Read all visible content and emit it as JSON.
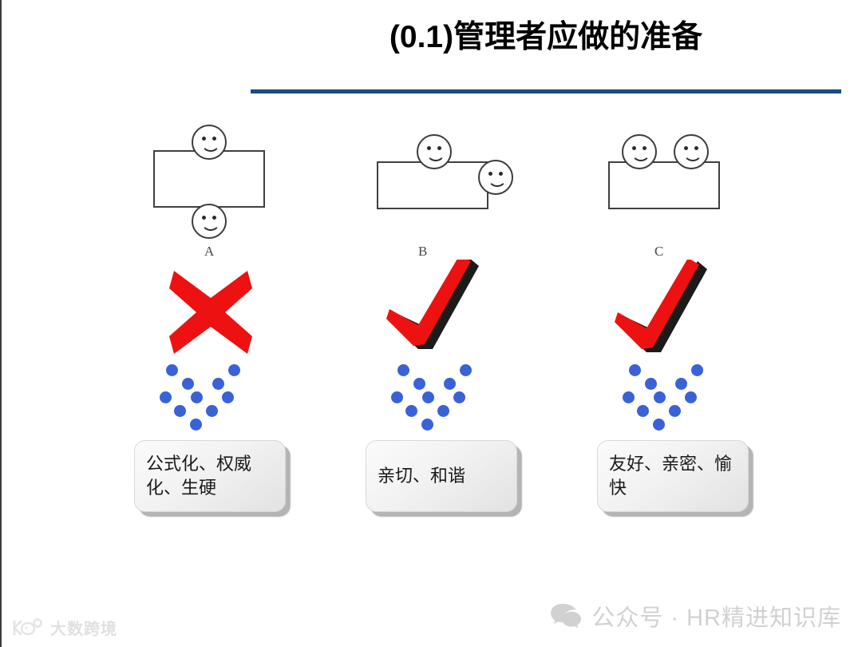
{
  "slide": {
    "title": "(0.1)管理者应做的准备",
    "rule_color": "#1f4e8c",
    "background": "#ffffff"
  },
  "groups": [
    {
      "id": "a",
      "label": "A",
      "layout": "facing-across-table",
      "faces": [
        {
          "position": "top-center",
          "icon": "smiley-face-icon"
        },
        {
          "position": "bottom-center",
          "icon": "smiley-face-icon"
        }
      ],
      "verdict": {
        "icon": "cross-mark-icon",
        "meaning": "不推荐",
        "color": "#ee1111"
      },
      "dots": {
        "icon": "dot-cluster-icon",
        "count": 10,
        "color": "#3a62d8"
      },
      "caption": "公式化、权威化、生硬"
    },
    {
      "id": "b",
      "label": "B",
      "layout": "corner-seating",
      "faces": [
        {
          "position": "top-center",
          "icon": "smiley-face-icon"
        },
        {
          "position": "right-side",
          "icon": "smiley-face-icon"
        }
      ],
      "verdict": {
        "icon": "check-mark-icon",
        "meaning": "推荐",
        "color": "#ee1111"
      },
      "dots": {
        "icon": "dot-cluster-icon",
        "count": 10,
        "color": "#3a62d8"
      },
      "caption": "亲切、和谐"
    },
    {
      "id": "c",
      "label": "C",
      "layout": "side-by-side-seating",
      "faces": [
        {
          "position": "top-left",
          "icon": "smiley-face-icon"
        },
        {
          "position": "top-right",
          "icon": "smiley-face-icon"
        }
      ],
      "verdict": {
        "icon": "check-mark-icon",
        "meaning": "推荐",
        "color": "#ee1111"
      },
      "dots": {
        "icon": "dot-cluster-icon",
        "count": 10,
        "color": "#3a62d8"
      },
      "caption": "友好、亲密、愉快"
    }
  ],
  "watermarks": {
    "right": {
      "icon": "wechat-icon",
      "text": "公众号 · HR精进知识库"
    },
    "left": {
      "icon": "brand-logo-icon",
      "text": "大数跨境"
    }
  }
}
